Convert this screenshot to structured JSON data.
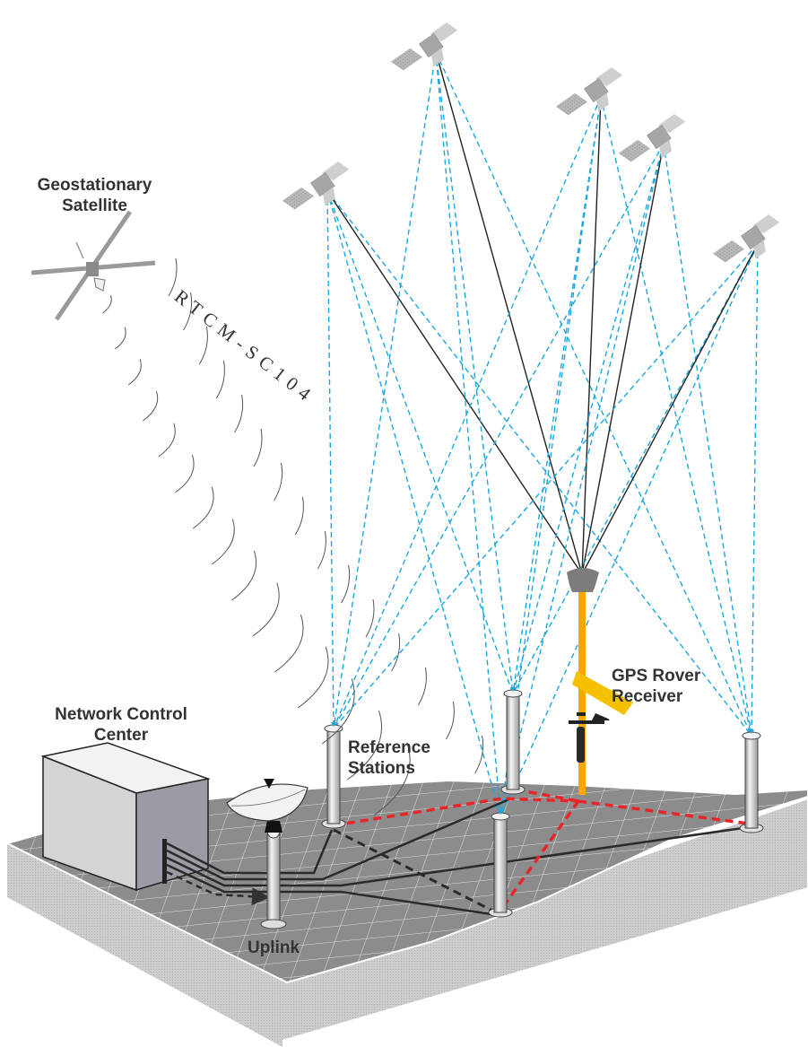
{
  "diagram": {
    "title": "Network RTK GPS correction via geostationary satellite",
    "labels": {
      "geostationary_satellite": [
        "Geostationary",
        "Satellite"
      ],
      "rtcm_message": "RTCM-SC104",
      "network_control_center": [
        "Network Control",
        "Center"
      ],
      "reference_stations": [
        "Reference",
        "Stations"
      ],
      "gps_rover_receiver": [
        "GPS Rover",
        "Receiver"
      ],
      "uplink": "Uplink"
    },
    "gps_satellites": [
      {
        "id": "sat-1"
      },
      {
        "id": "sat-2"
      },
      {
        "id": "sat-3"
      },
      {
        "id": "sat-4"
      },
      {
        "id": "sat-5"
      }
    ],
    "reference_stations": [
      {
        "id": "ref-a"
      },
      {
        "id": "ref-b"
      },
      {
        "id": "ref-c"
      },
      {
        "id": "ref-d"
      }
    ],
    "legend_semantics": {
      "satellite_to_station_signal": "blue dashed line",
      "satellite_to_rover_signal": "black solid line",
      "station_network_baseline": "red dashed line",
      "ground_data_link": "black solid cable",
      "correction_flow": "black dashed arrow"
    },
    "colors": {
      "signal_blue": "#1aa6e0",
      "rover_link": "#222222",
      "baseline_red": "#e8262a",
      "rover_pole": "#f5a800",
      "terrain": "#8a8a8a",
      "terrain_side": "#cfcfcf",
      "building_front": "#d2d2d2",
      "building_side": "#9a9aa6",
      "label_text": "#333333"
    }
  }
}
